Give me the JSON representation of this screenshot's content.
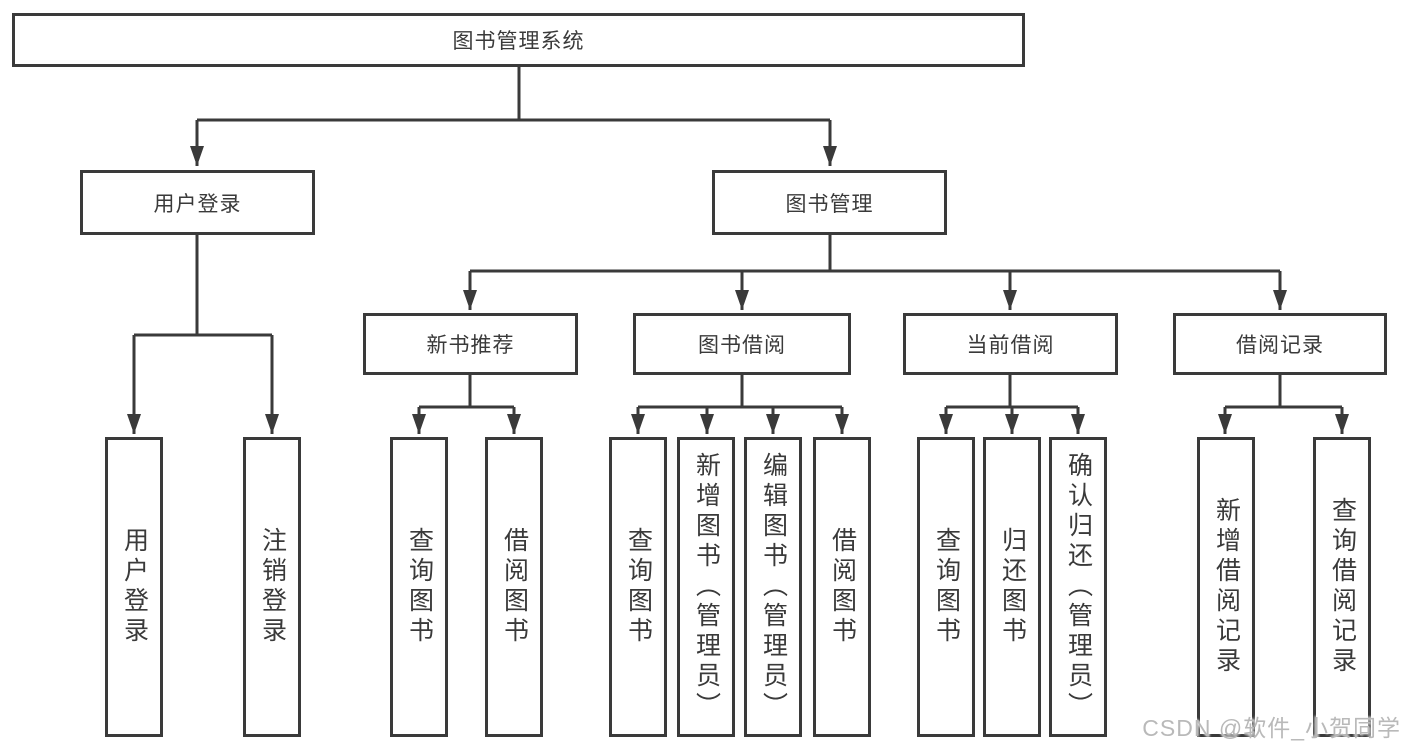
{
  "tree": {
    "root": "图书管理系统",
    "children": [
      {
        "label": "用户登录",
        "children": [
          "用户登录",
          "注销登录"
        ]
      },
      {
        "label": "图书管理",
        "children": [
          {
            "label": "新书推荐",
            "children": [
              "查询图书",
              "借阅图书"
            ]
          },
          {
            "label": "图书借阅",
            "children": [
              "查询图书",
              "新增图书（管理员）",
              "编辑图书（管理员）",
              "借阅图书"
            ]
          },
          {
            "label": "当前借阅",
            "children": [
              "查询图书",
              "归还图书",
              "确认归还（管理员）"
            ]
          },
          {
            "label": "借阅记录",
            "children": [
              "新增借阅记录",
              "查询借阅记录"
            ]
          }
        ]
      }
    ]
  },
  "watermark": {
    "text": "CSDN @软件_小贺同学"
  },
  "colors": {
    "line": "#3a3a3a",
    "text": "#3a3a3a",
    "box_background": "#ffffff",
    "watermark": "#b9b9b9",
    "page_background": "#ffffff"
  }
}
